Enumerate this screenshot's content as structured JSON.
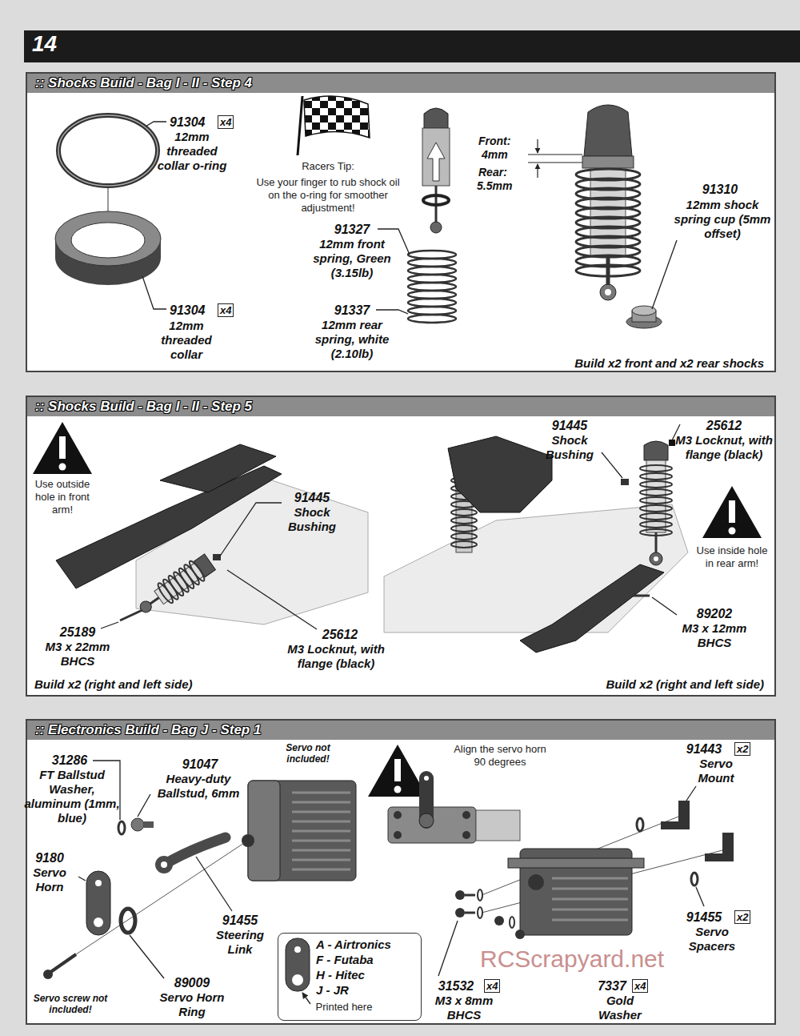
{
  "diagram": {
    "nodes": [
      {
        "text": [
          "14"
        ]
      },
      {
        "text": [
          ":: Shocks Build - Bag I - II - Step 4"
        ]
      },
      {
        "text": [
          ":: Shocks Build - Bag I - II - Step 5"
        ]
      },
      {
        "text": [
          ":: Electronics Build - Bag J - Step 1"
        ]
      },
      {
        "text": [
          "A - Airtronics",
          "F - Futaba",
          "H - Hitec",
          "J - JR"
        ],
        "in": 3
      }
    ],
    "labels": [
      "91304",
      "x4",
      "12mm threaded collar o-ring",
      "Racers Tip:",
      "Use your finger to rub shock oil on the o-ring for smoother adjustment!",
      "Front:",
      "4mm",
      "Rear:",
      "5.5mm",
      "91310",
      "12mm shock spring cup (5mm offset)",
      "91327",
      "12mm front spring, Green (3.15lb)",
      "91304",
      "x4",
      "12mm threaded collar",
      "91337",
      "12mm rear spring, white (2.10lb)",
      "Build x2 front and x2 rear shocks",
      "Use outside hole in front arm!",
      "91445",
      "Shock Bushing",
      "25189",
      "M3 x 22mm BHCS",
      "25612",
      "M3 Locknut, with flange (black)",
      "Build x2 (right and left side)",
      "91445",
      "Shock Bushing",
      "25612",
      "M3 Locknut, with flange (black)",
      "Use inside hole in rear arm!",
      "89202",
      "M3 x 12mm BHCS",
      "Build x2 (right and left side)",
      "31286",
      "FT Ballstud Washer, aluminum (1mm, blue)",
      "91047",
      "Heavy-duty Ballstud, 6mm",
      "Servo not included!",
      "Align the servo horn 90 degrees",
      "91443",
      "x2",
      "Servo Mount",
      "9180",
      "Servo Horn",
      "91455",
      "Steering Link",
      "91455",
      "x2",
      "Servo Spacers",
      "89009",
      "Servo Horn Ring",
      "Printed here",
      "31532",
      "x4",
      "M3 x 8mm BHCS",
      "7337",
      "x4",
      "Gold Washer",
      "Servo screw not included!",
      "RCScrapyard.net"
    ]
  }
}
